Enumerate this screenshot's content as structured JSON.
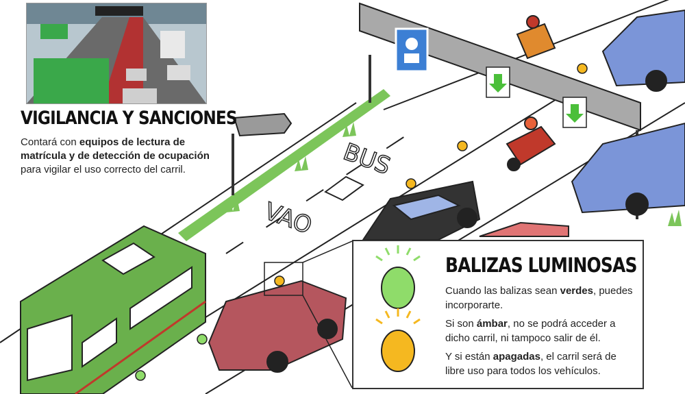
{
  "scene": {
    "sign_icon": "hov-lane-sign-icon",
    "lane_markings": [
      "BUS",
      "VAO"
    ]
  },
  "surveillance": {
    "title": "VIGILANCIA Y SANCIONES",
    "text_before": "Contará con ",
    "text_bold": "equipos de lectura de matrícula y de detección de ocupación",
    "text_after": " para vigilar el uso correcto del carril."
  },
  "beacons": {
    "title": "BALIZAS LUMINOSAS",
    "green": {
      "before": "Cuando las balizas sean ",
      "bold": "verdes",
      "after": ", puedes incorporarte."
    },
    "amber": {
      "before": "Si son ",
      "bold": "ámbar",
      "after": ", no se podrá acceder a dicho carril, ni tampoco salir de él."
    },
    "off": {
      "before": "Y si están ",
      "bold": "apagadas",
      "after": ", el carril será de libre uso para todos los vehículos."
    },
    "colors": {
      "green": "#8fdc6a",
      "amber": "#f5b820"
    }
  }
}
